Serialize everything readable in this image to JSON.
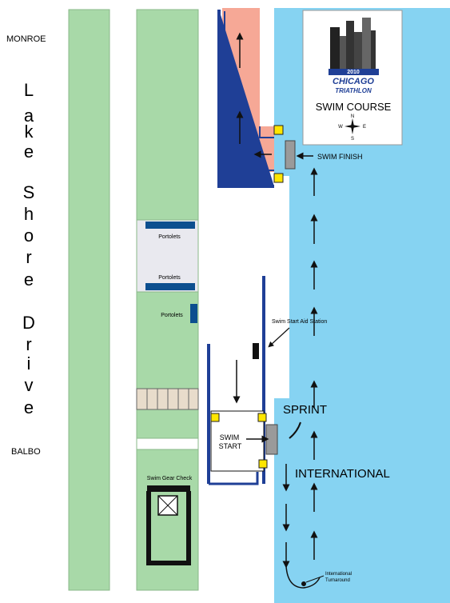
{
  "streets": {
    "monroe": "MONROE",
    "balbo": "BALBO",
    "lake_shore_drive": [
      "L",
      "a",
      "k",
      "e",
      "S",
      "h",
      "o",
      "r",
      "e",
      "D",
      "r",
      "i",
      "v",
      "e"
    ]
  },
  "labels": {
    "portolets_1": "Portolets",
    "portolets_2": "Portolets",
    "portolets_3": "Portolets",
    "swim_gear_check": "Swim Gear Check",
    "swim_start_aid_station": "Swim Start Aid Station",
    "swim_start_line1": "SWIM",
    "swim_start_line2": "START",
    "swim_finish": "SWIM FINISH",
    "sprint": "SPRINT",
    "international": "INTERNATIONAL",
    "international_turnaround_line1": "International",
    "international_turnaround_line2": "Turnaround"
  },
  "logo": {
    "year": "2010",
    "chicago": "CHICAGO",
    "triathlon": "TRIATHLON",
    "course_title": "SWIM COURSE",
    "compass": {
      "n": "N",
      "s": "S",
      "e": "E",
      "w": "W"
    }
  },
  "colors": {
    "water": "#86d3f2",
    "grass": "#a8d9a8",
    "harbor": "#f6a896",
    "dock": "#1f3f96",
    "buoy": "#ffe600",
    "portolet": "#0c4f8f",
    "bench": "#e8dccb",
    "gray_box": "#9a9a9a"
  }
}
